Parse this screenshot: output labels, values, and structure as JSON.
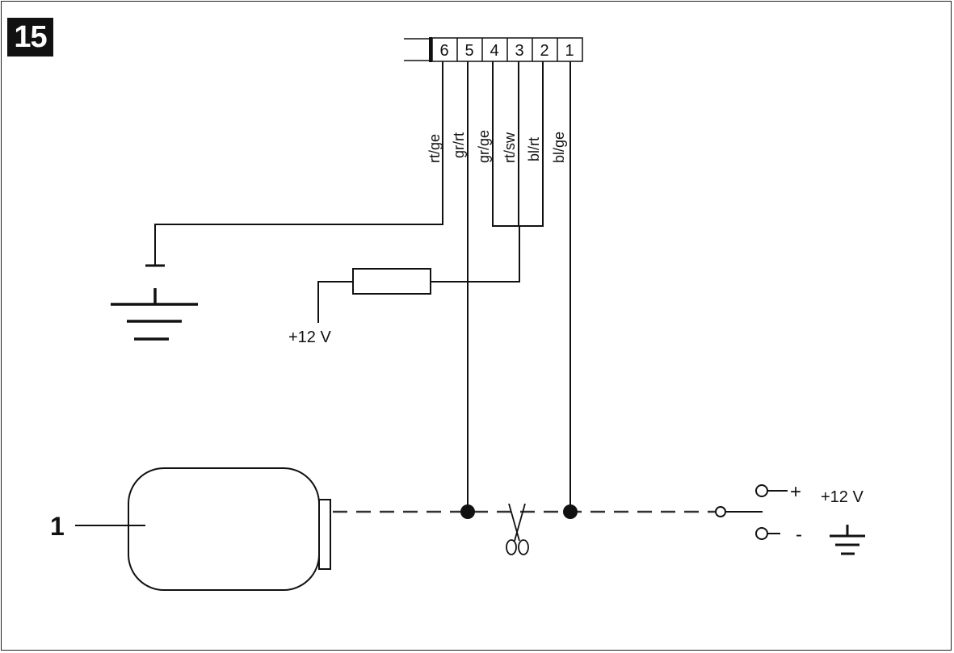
{
  "figure_number": "15",
  "connector": {
    "pins": [
      "6",
      "5",
      "4",
      "3",
      "2",
      "1"
    ]
  },
  "wires": [
    {
      "pin": "6",
      "color": "rt/ge"
    },
    {
      "pin": "5",
      "color": "gr/rt"
    },
    {
      "pin": "4",
      "color": "gr/ge"
    },
    {
      "pin": "3",
      "color": "rt/sw"
    },
    {
      "pin": "2",
      "color": "bl/rt"
    },
    {
      "pin": "1",
      "color": "bl/ge"
    }
  ],
  "supply_label_fuse": "+12 V",
  "supply_label_battery": "+12 V",
  "terminal_plus": "+",
  "terminal_minus": "-",
  "component_callout": "1",
  "icons": [
    "ground-symbol",
    "fuse",
    "scissors-icon",
    "junction-dot",
    "terminal-circle"
  ],
  "colors": {
    "line": "#111111",
    "dashed_line": "#333333",
    "background": "#ffffff"
  }
}
